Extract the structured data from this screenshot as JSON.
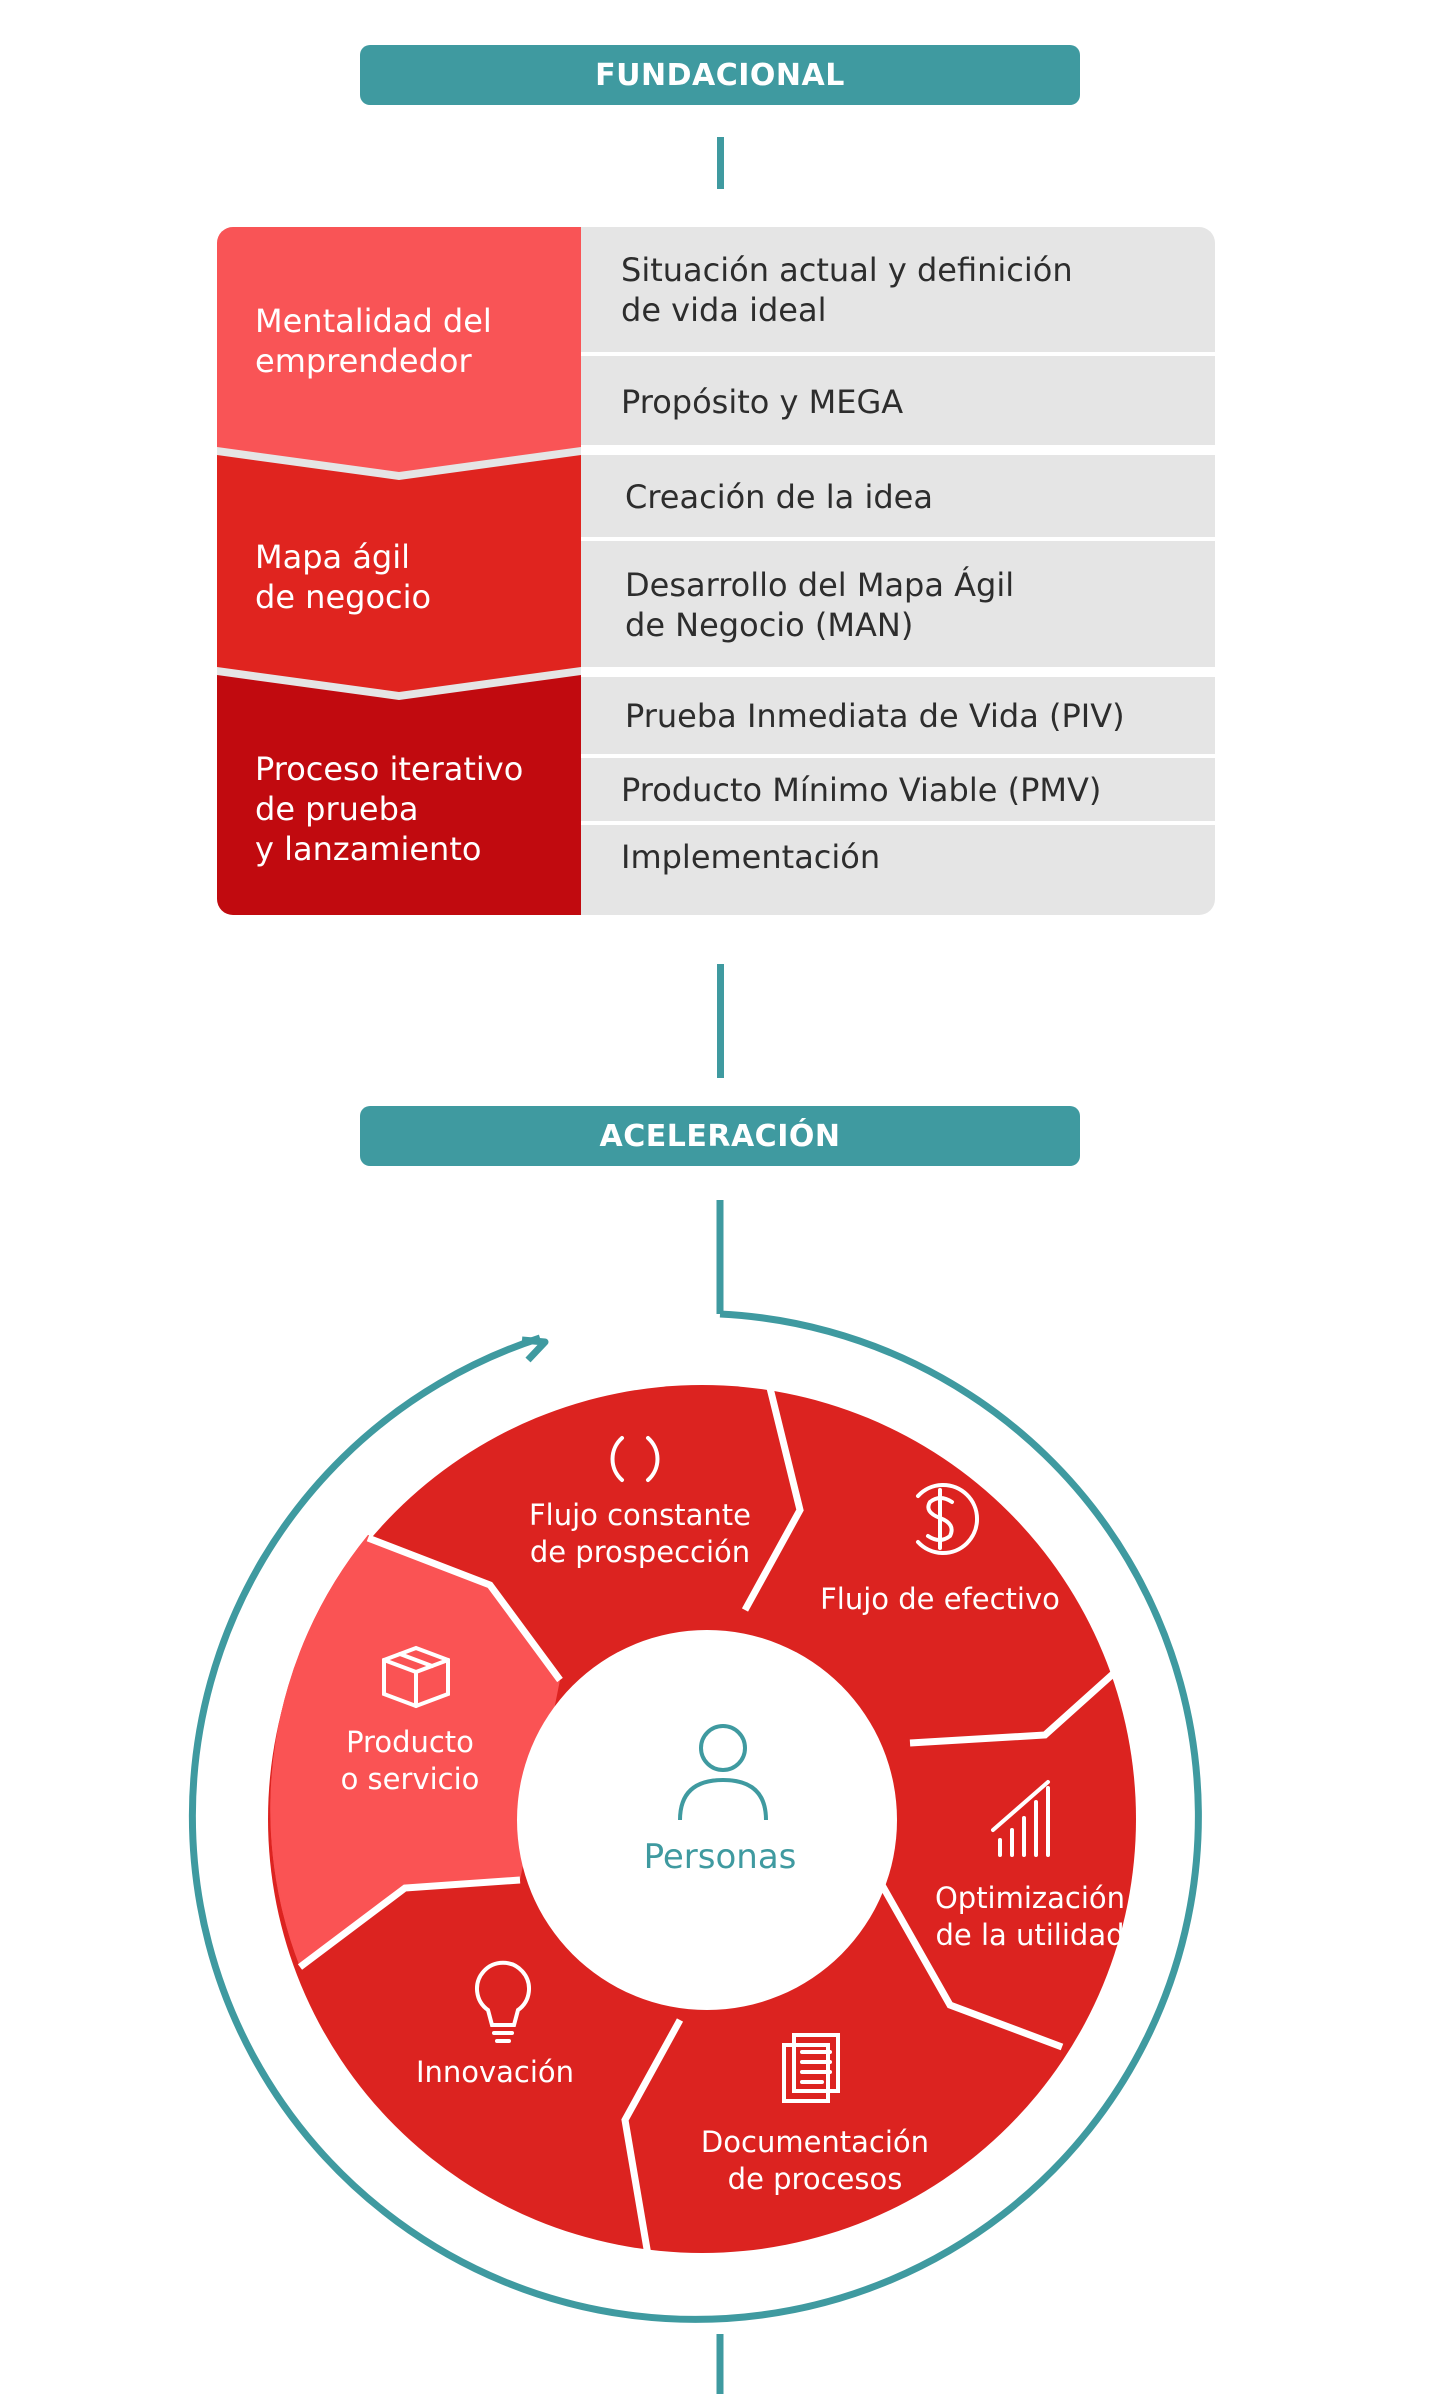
{
  "fundacional": {
    "title": "FUNDACIONAL",
    "stages": [
      {
        "label": "Mentalidad del\nemprendedor",
        "color": "#f95456",
        "items": [
          "Situación actual y definición\nde vida ideal",
          "Propósito y MEGA"
        ]
      },
      {
        "label": "Mapa ágil\nde negocio",
        "color": "#e0241f",
        "items": [
          "Creación de la idea",
          "Desarrollo del Mapa Ágil\nde Negocio (MAN)"
        ]
      },
      {
        "label": "Proceso iterativo\nde prueba\ny lanzamiento",
        "color": "#c10a0f",
        "items": [
          "Prueba Inmediata de Vida (PIV)",
          "Producto Mínimo Viable (PMV)",
          "Implementación"
        ]
      }
    ]
  },
  "aceleracion": {
    "title": "ACELERACIÓN",
    "center": "Personas",
    "segments": [
      {
        "label": "Flujo constante\nde prospección",
        "icon": "cycle-icon"
      },
      {
        "label": "Flujo de efectivo",
        "icon": "dollar-cycle-icon"
      },
      {
        "label": "Optimización\nde la utilidad",
        "icon": "growth-chart-icon"
      },
      {
        "label": "Documentación\nde procesos",
        "icon": "documents-icon"
      },
      {
        "label": "Innovación",
        "icon": "lightbulb-icon"
      },
      {
        "label": "Producto\no servicio",
        "icon": "box-icon"
      }
    ]
  },
  "colors": {
    "teal": "#3f9aa0",
    "red": "#dc2320",
    "light_red": "#fa5354",
    "grey": "#e5e5e5"
  }
}
